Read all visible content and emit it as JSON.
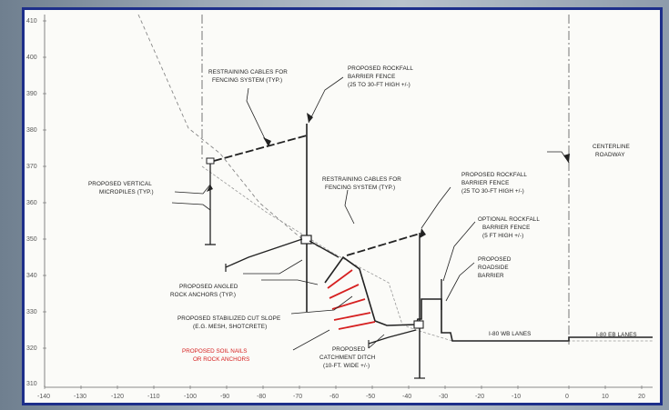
{
  "axes": {
    "x_ticks": [
      "-140",
      "-130",
      "-120",
      "-110",
      "-100",
      "-90",
      "-80",
      "-70",
      "-60",
      "-50",
      "-40",
      "-30",
      "-20",
      "-10",
      "0",
      "10",
      "20"
    ],
    "y_ticks": [
      "410",
      "400",
      "390",
      "380",
      "370",
      "360",
      "350",
      "340",
      "330",
      "320",
      "310"
    ]
  },
  "annotations": {
    "restraining_upper": [
      "RESTRAINING CABLES FOR",
      "FENCING SYSTEM (TYP.)"
    ],
    "rockfall_upper": [
      "PROPOSED ROCKFALL",
      "BARRIER FENCE",
      "(25 TO 30-FT HIGH +/-)"
    ],
    "micropiles": [
      "PROPOSED VERTICAL",
      "MICROPILES (TYP.)"
    ],
    "restraining_lower": [
      "RESTRAINING CABLES FOR",
      "FENCING SYSTEM (TYP.)"
    ],
    "rockfall_lower": [
      "PROPOSED ROCKFALL",
      "BARRIER FENCE",
      "(25 TO 30-FT HIGH +/-)"
    ],
    "optional_fence": [
      "OPTIONAL ROCKFALL",
      "BARRIER FENCE",
      "(5 FT HIGH +/-)"
    ],
    "roadside_barrier": [
      "PROPOSED",
      "ROADSIDE",
      "BARRIER"
    ],
    "centerline": [
      "CENTERLINE",
      "ROADWAY"
    ],
    "angled_anchors": [
      "PROPOSED ANGLED",
      "ROCK ANCHORS (TYP.)"
    ],
    "cut_slope": [
      "PROPOSED STABILIZED CUT SLOPE",
      "(E.G. MESH, SHOTCRETE)"
    ],
    "soil_nails": [
      "PROPOSED SOIL NAILS",
      "OR ROCK ANCHORS"
    ],
    "catchment": [
      "PROPOSED",
      "CATCHMENT DITCH",
      "(10-FT. WIDE +/-)"
    ],
    "wb_lanes": "I-80 WB LANES",
    "eb_lanes": "I-80 EB LANES"
  },
  "colors": {
    "frame_border": "#1d2f8a",
    "soil_nails": "#d62020",
    "linework": "#222222",
    "ground_dashed": "#888888"
  }
}
